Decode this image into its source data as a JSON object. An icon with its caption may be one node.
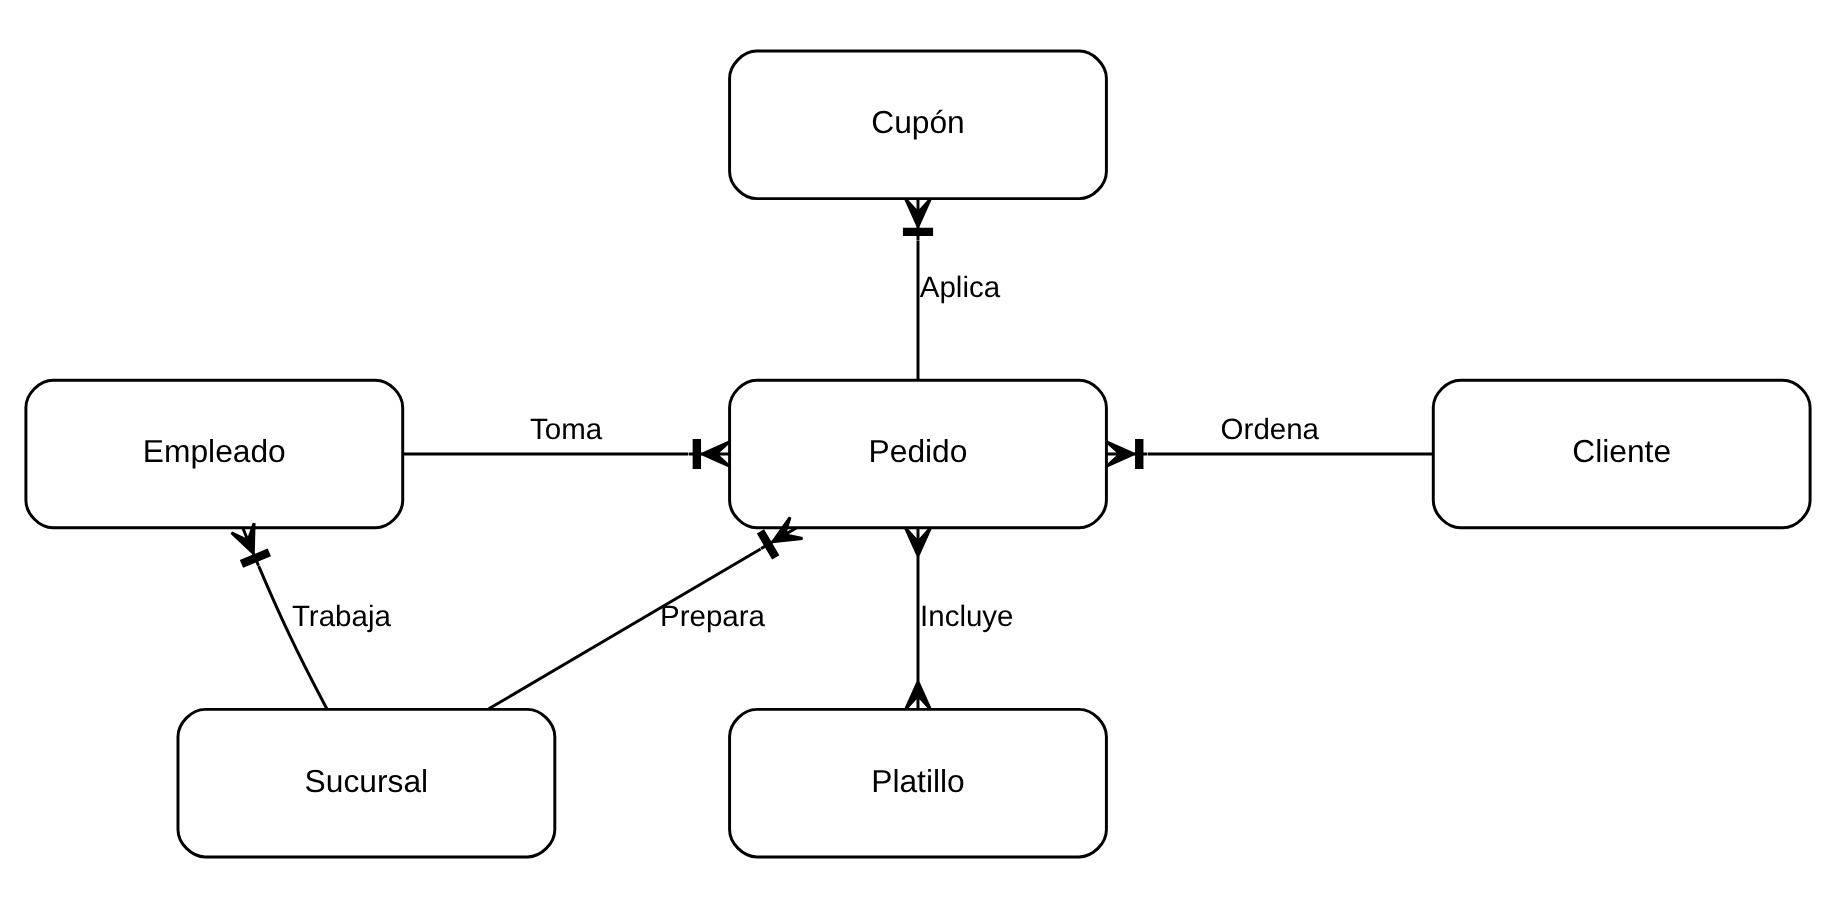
{
  "diagram": {
    "nodes": [
      {
        "text": [
          "Cupón"
        ]
      },
      {
        "text": [
          "Empleado"
        ]
      },
      {
        "text": [
          "Pedido"
        ]
      },
      {
        "text": [
          "Cliente"
        ]
      },
      {
        "text": [
          "Sucursal"
        ]
      },
      {
        "text": [
          "Platillo"
        ]
      }
    ],
    "edges": [
      {
        "from": 0,
        "to": 2,
        "arrow": "other",
        "label": "Aplica"
      },
      {
        "from": 1,
        "to": 2,
        "arrow": "other",
        "label": "Toma"
      },
      {
        "from": 2,
        "to": 3,
        "arrow": "other",
        "label": "Ordena"
      },
      {
        "from": 1,
        "to": 4,
        "arrow": "other",
        "label": "Trabaja"
      },
      {
        "from": 2,
        "to": 4,
        "arrow": "other",
        "label": "Prepara"
      },
      {
        "from": 2,
        "to": 5,
        "arrow": "other",
        "label": "Incluye"
      }
    ]
  }
}
